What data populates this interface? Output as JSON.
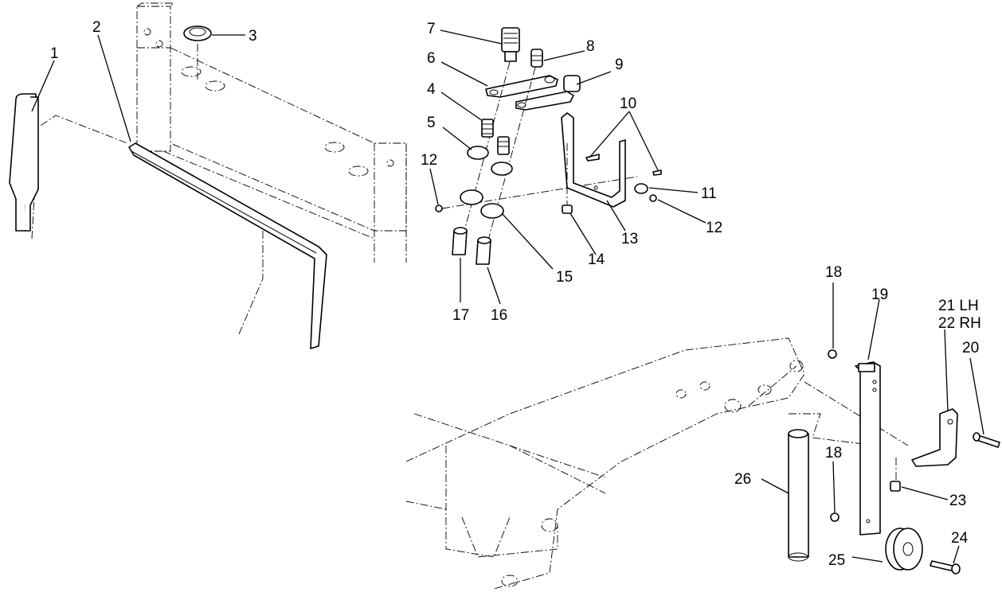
{
  "diagram": {
    "callouts": [
      "1",
      "2",
      "3",
      "4",
      "5",
      "6",
      "7",
      "8",
      "9",
      "10",
      "11",
      "12",
      "12",
      "13",
      "14",
      "15",
      "16",
      "17",
      "18",
      "18",
      "19",
      "20",
      "21 LH",
      "22 RH",
      "23",
      "24",
      "25",
      "26"
    ]
  }
}
